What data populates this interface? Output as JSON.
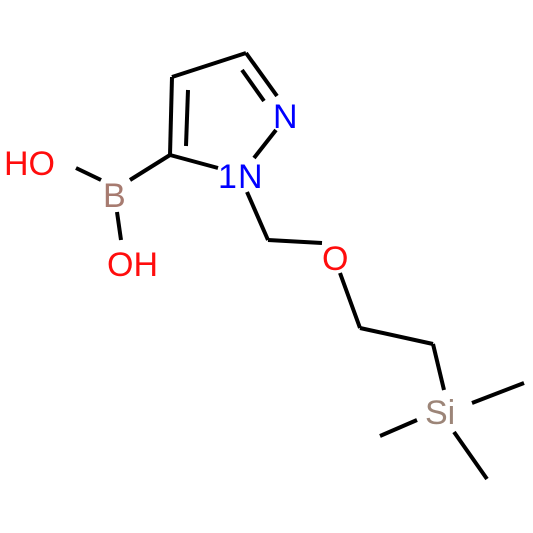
{
  "molecule": {
    "atoms": {
      "oh_top": "HO",
      "boron": "B",
      "oh_bottom": "OH",
      "n1": "1",
      "n1_symbol": "N",
      "n2": "N",
      "ether_oxygen": "O",
      "silicon": "Si"
    },
    "colors": {
      "bond": "#000000",
      "oxygen": "#ff0d0d",
      "nitrogen": "#0000ff",
      "boron": "#a77b70",
      "silicon": "#9c8578"
    }
  }
}
